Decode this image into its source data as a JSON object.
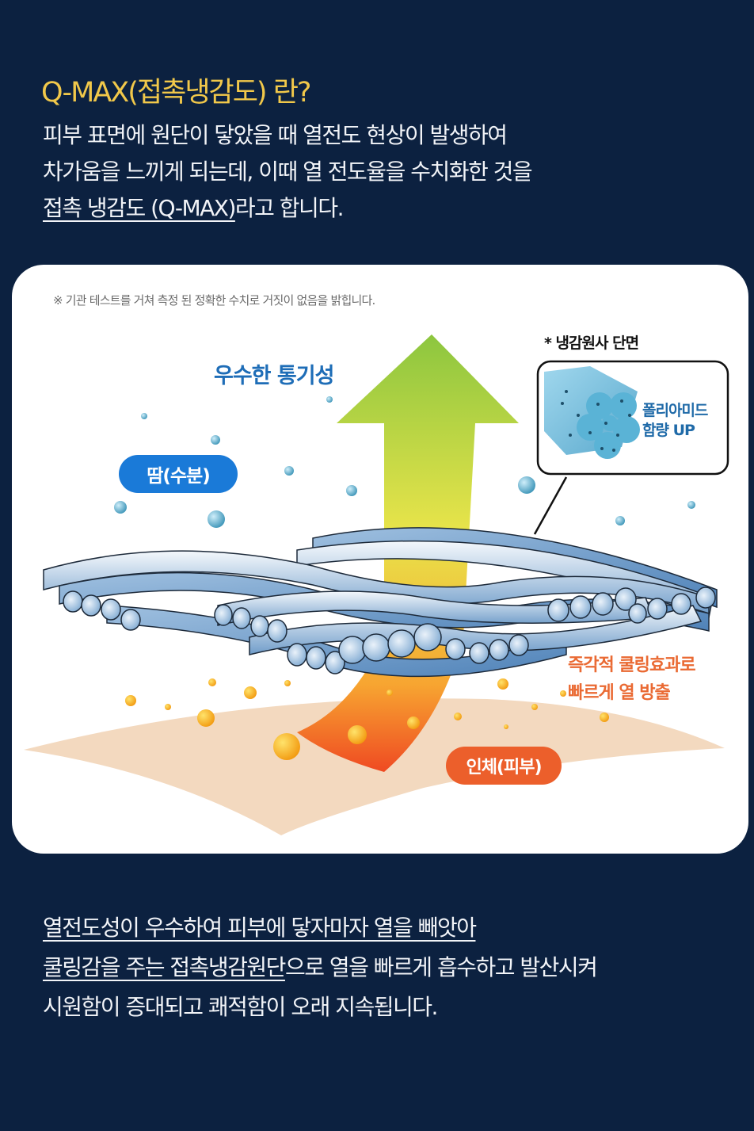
{
  "header": {
    "title": "Q-MAX(접촉냉감도) 란?",
    "intro_line1": "피부 표면에 원단이 닿았을 때 열전도 현상이 발생하여",
    "intro_line2": "차가움을 느끼게 되는데, 이때 열 전도율을 수치화한 것을",
    "intro_line3_underlined": "접촉 냉감도 (Q-MAX)",
    "intro_line3_rest": "라고 합니다."
  },
  "illustration": {
    "note": "※ 기관 테스트를 거쳐 측정 된 정확한 수치로 거짓이 없음을 밝힙니다.",
    "breathability_label": "우수한 통기성",
    "sweat_badge": "땀(수분)",
    "cross_section_title": "* 냉감원사 단면",
    "cross_section_line1": "폴리아미드",
    "cross_section_line2": "함량 UP",
    "cooling_line1": "즉각적 쿨링효과로",
    "cooling_line2": "빠르게 열 방출",
    "skin_badge": "인체(피부)",
    "colors": {
      "sweat_badge": "#1a7ad8",
      "skin_badge": "#ec5f2b",
      "breath_text": "#1e6db7",
      "cool_text": "#ea6a33"
    }
  },
  "footer": {
    "line1_underlined": "열전도성이 우수하여 피부에 닿자마자 열을 빼앗아",
    "line2_underlined": "쿨링감을 주는 접촉냉감원단",
    "line2_rest": "으로 열을 빠르게 흡수하고 발산시켜",
    "line3": "시원함이 증대되고 쾌적함이 오래 지속됩니다."
  },
  "theme": {
    "background": "#0c2140",
    "title_color": "#f1c84a"
  }
}
